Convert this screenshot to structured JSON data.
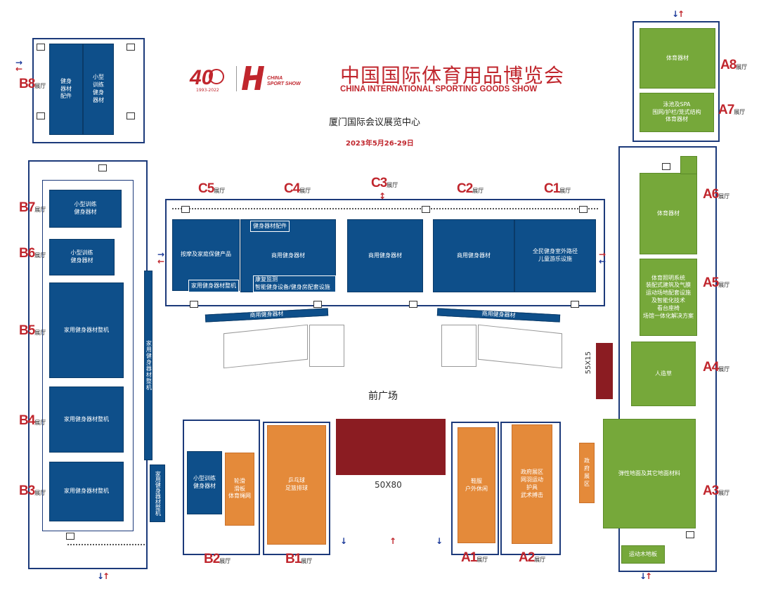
{
  "header": {
    "title_cn": "中国国际体育用品博览会",
    "title_en": "CHINA INTERNATIONAL SPORTING GOODS SHOW",
    "venue": "厦门国际会议展览中心",
    "date": "2023年5月26-29日",
    "logo_years": "1993-2022",
    "logo_brand": "CHINA\nSPORT SHOW"
  },
  "hall_suffix": "展厅",
  "halls": {
    "A1": "A1",
    "A2": "A2",
    "A3": "A3",
    "A4": "A4",
    "A5": "A5",
    "A6": "A6",
    "A7": "A7",
    "A8": "A8",
    "B1": "B1",
    "B2": "B2",
    "B3": "B3",
    "B4": "B4",
    "B5": "B5",
    "B6": "B6",
    "B7": "B7",
    "B8": "B8",
    "C1": "C1",
    "C2": "C2",
    "C3": "C3",
    "C4": "C4",
    "C5": "C5"
  },
  "zones": {
    "b8_left": "健身\n器材\n配件",
    "b8_right": "小型\n训练\n健身\n器材",
    "b7": "小型训练\n健身器材",
    "b6": "小型训练\n健身器材",
    "b5": "家用健身器材整机",
    "b4": "家用健身器材整机",
    "b3": "家用健身器材整机",
    "b_corridor": "家用健身器材整机",
    "b_corridor_low": "家用健身器材整机",
    "c5": "按摩及家庭保健产品",
    "c5_sub": "家用健身器材整机",
    "c4_top": "健身器材配件",
    "c4_main": "商用健身器材",
    "c4_bottom": "康复监测\n智能健身设备/健身房配套设施",
    "c3": "商用健身器材",
    "c2": "商用健身器材",
    "c1": "全民健身室外路径\n儿童游乐设施",
    "c_strip_left": "商用健身器材",
    "c_strip_right": "商用健身器材",
    "a8": "体育器材",
    "a7": "泳池及SPA\n围网/护栏/笼式结构\n体育器材",
    "a6": "体育器材",
    "a5": "体育照明系统\n装配式建筑及气膜\n运动场地配套设施\n及智能化技术\n看台座椅\n场馆一体化解决方案",
    "a4": "人造草",
    "a3": "弹性地面及其它地面材料",
    "a3_wood": "运动木地板",
    "gov_small": "政\n府\n展\n区",
    "b2_left": "小型训练\n健身器材",
    "b2_right": "轮滑\n滑板\n体育绳网",
    "b1": "乒乓球\n足篮排球",
    "a1": "鞋服\n户外休闲",
    "a2": "政府展区\n网羽运动\n护具\n武术搏击",
    "plaza": "前广场",
    "outdoor_big": "50X80",
    "outdoor_small": "55X15"
  },
  "colors": {
    "blue": "#0e4f8a",
    "green": "#76a83a",
    "orange": "#e48a3a",
    "maroon": "#8b1c22",
    "hall_label": "#c0262d",
    "wall": "#1c3a7a"
  }
}
